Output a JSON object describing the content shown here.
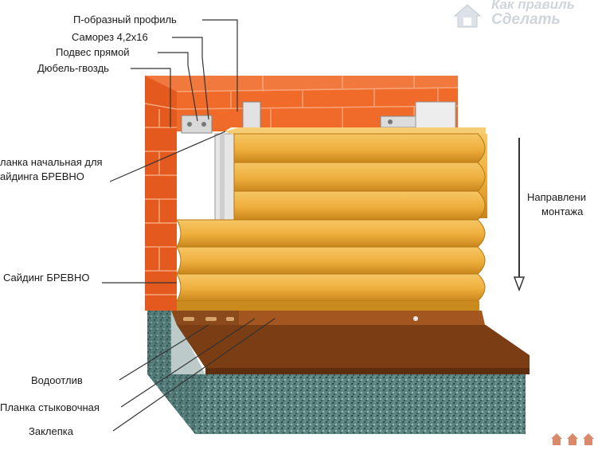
{
  "labels": {
    "p_profile": "П-образный профиль",
    "screw": "Саморез 4,2х16",
    "hanger": "Подвес прямой",
    "dowel": "Дюбель-гвоздь",
    "start_strip_1": "ланка начальная для",
    "start_strip_2": "айдинга БРЕВНО",
    "siding": "Сайдинг БРЕВНО",
    "drip": "Водоотлив",
    "joint_strip": "Планка стыковочная",
    "rivet": "Заклепка",
    "direction_1": "Направлени",
    "direction_2": "монтажа"
  },
  "watermark": {
    "line1": "Как правиль",
    "line2": "Сделать"
  },
  "colors": {
    "brick": "#f06a2a",
    "brick_side": "#d9531c",
    "mortar": "#f7a57a",
    "log": "#f0b343",
    "log_dark": "#c98a1e",
    "concrete": "#4f7a78",
    "drip": "#7a3d14",
    "profile": "#e6e6e6"
  }
}
